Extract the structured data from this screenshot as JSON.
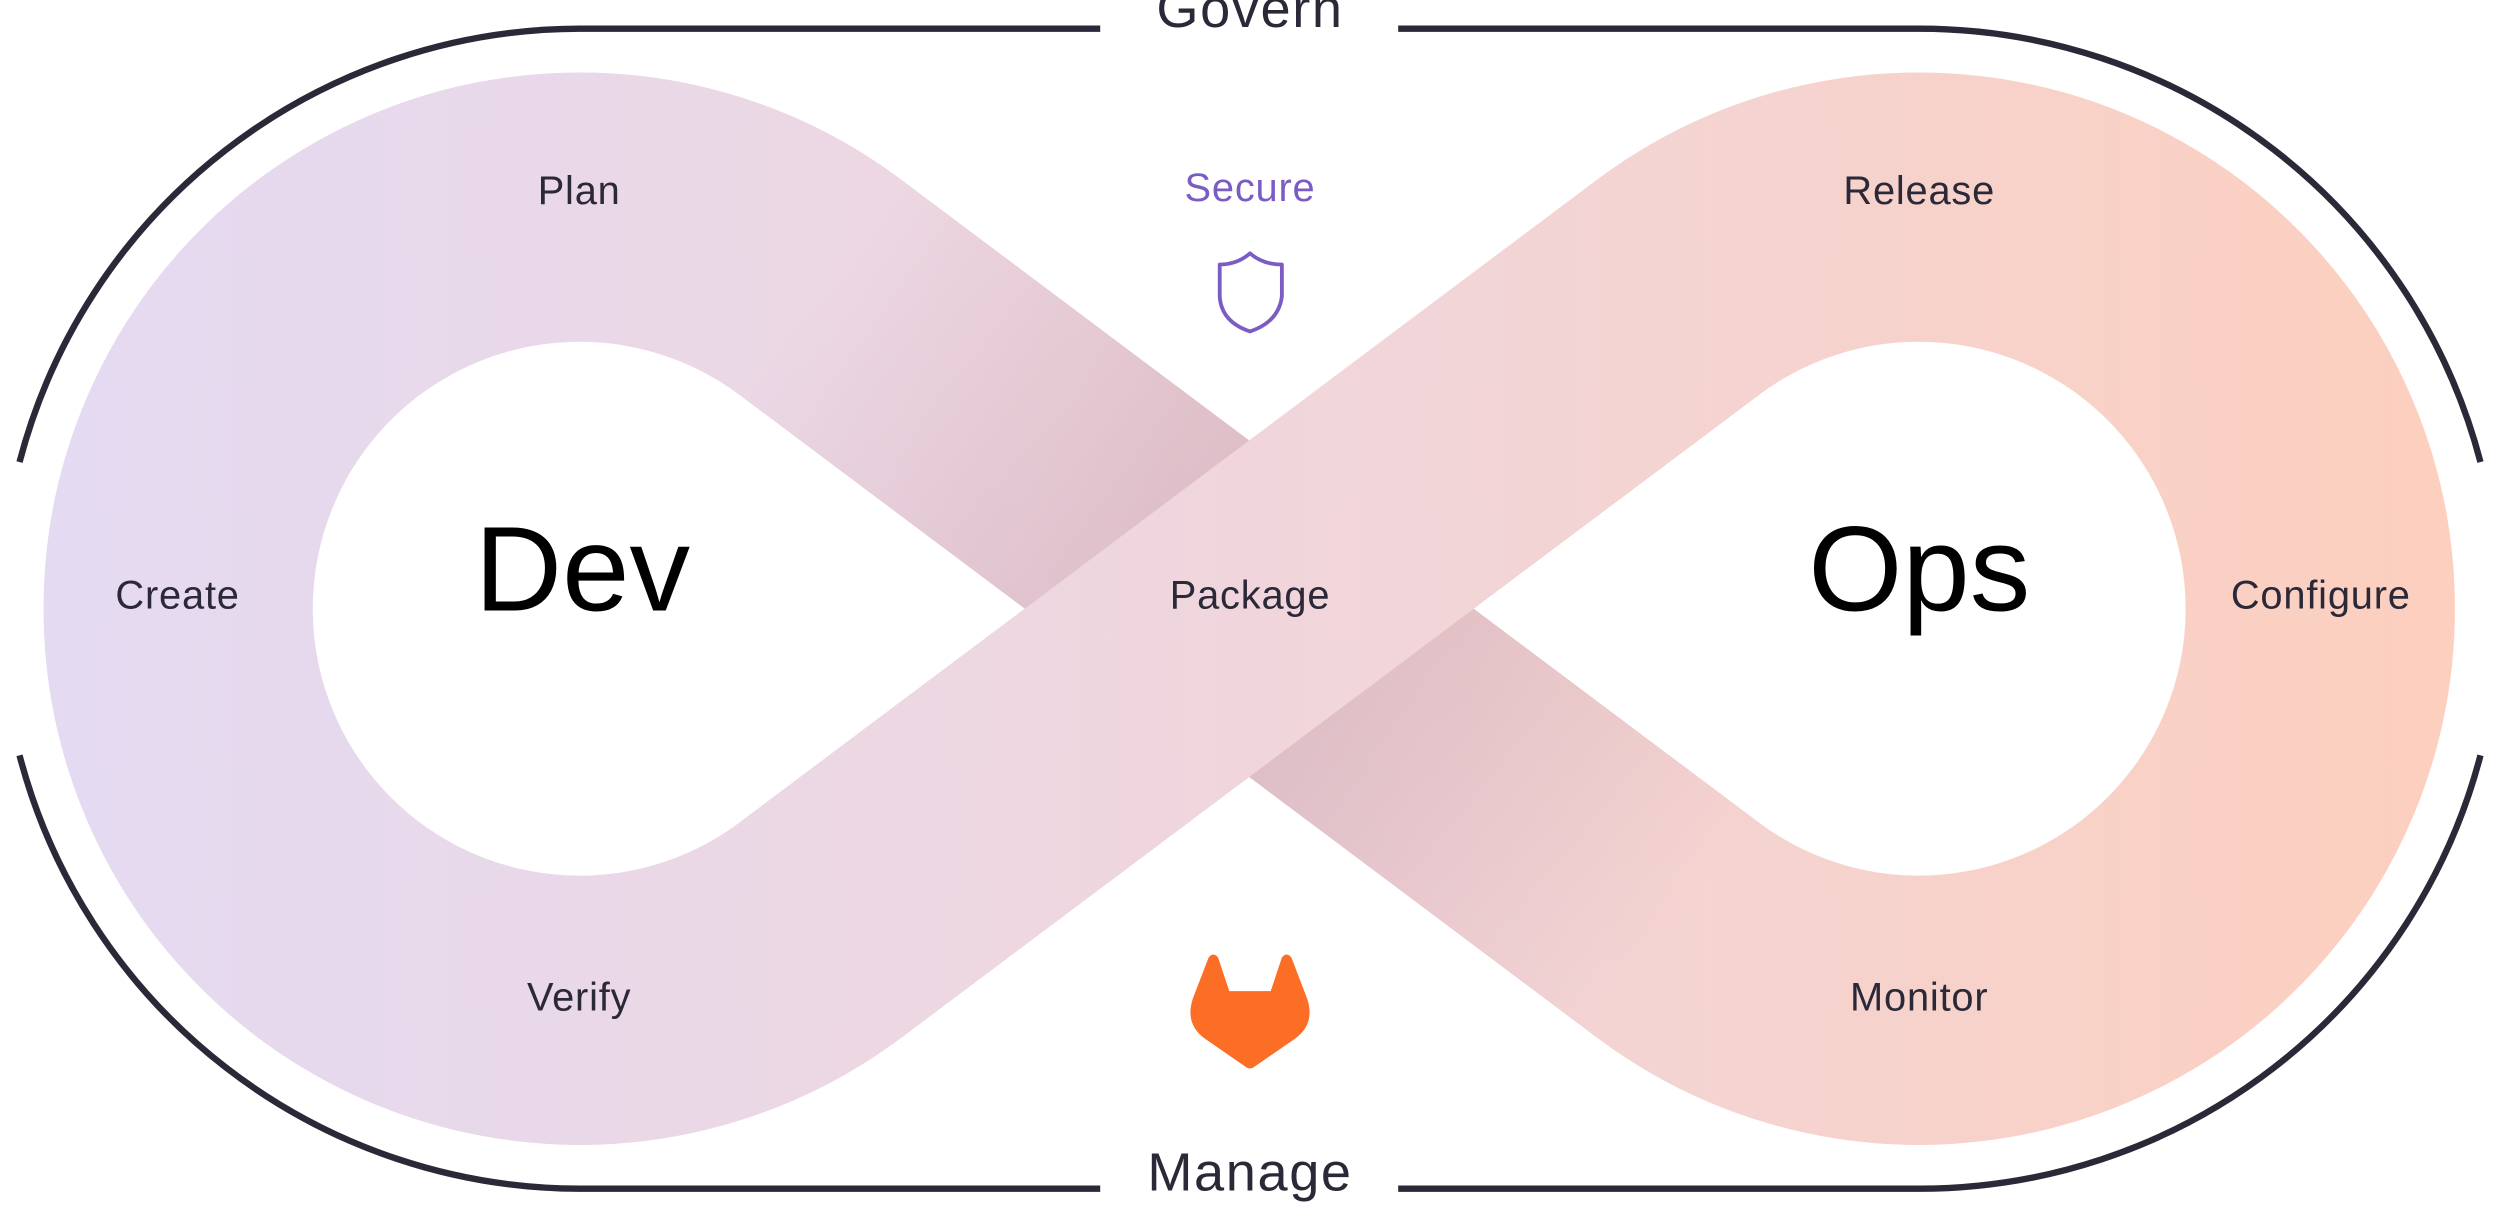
{
  "title_top": "Govern",
  "title_bottom": "Manage",
  "loops": {
    "left": "Dev",
    "right": "Ops"
  },
  "stages": {
    "plan": "Plan",
    "create": "Create",
    "verify": "Verify",
    "package": "Package",
    "release": "Release",
    "configure": "Configure",
    "monitor": "Monitor",
    "secure": "Secure"
  },
  "icons": {
    "secure": "shield-icon",
    "logo": "gitlab-fox-icon"
  },
  "colors": {
    "gradient_start": "#e4daf2",
    "gradient_end": "#fccfbe",
    "secure_accent": "#7b5cc4",
    "logo": "#fc6d26",
    "text": "#2b2838"
  }
}
